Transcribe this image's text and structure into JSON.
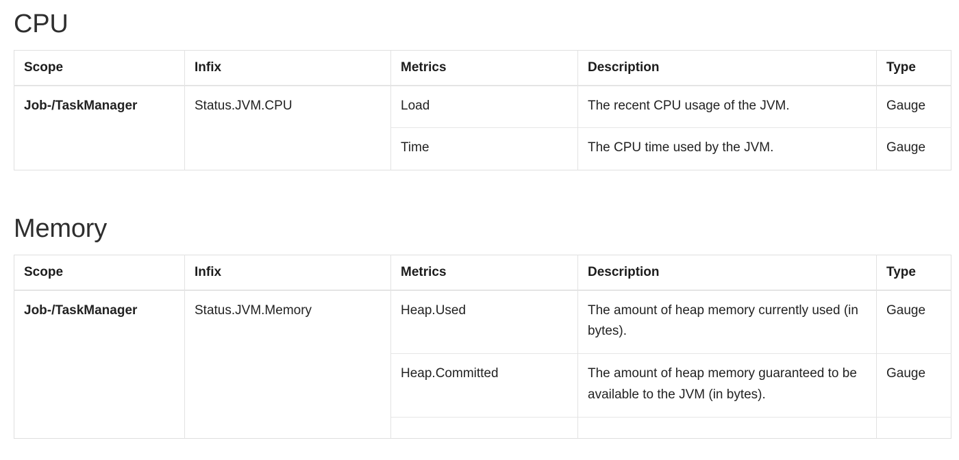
{
  "document": {
    "sections": [
      {
        "id": "cpu",
        "heading": "CPU",
        "table": {
          "columns": [
            "Scope",
            "Infix",
            "Metrics",
            "Description",
            "Type"
          ],
          "rows": [
            {
              "scope": "Job-/TaskManager",
              "infix": "Status.JVM.CPU",
              "metrics": "Load",
              "description": "The recent CPU usage of the JVM.",
              "type": "Gauge"
            },
            {
              "scope": "",
              "infix": "",
              "metrics": "Time",
              "description": "The CPU time used by the JVM.",
              "type": "Gauge"
            }
          ]
        }
      },
      {
        "id": "memory",
        "heading": "Memory",
        "table": {
          "columns": [
            "Scope",
            "Infix",
            "Metrics",
            "Description",
            "Type"
          ],
          "rows": [
            {
              "scope": "Job-/TaskManager",
              "infix": "Status.JVM.Memory",
              "metrics": "Heap.Used",
              "description": "The amount of heap memory currently used (in bytes).",
              "type": "Gauge"
            },
            {
              "scope": "",
              "infix": "",
              "metrics": "Heap.Committed",
              "description": "The amount of heap memory guaranteed to be available to the JVM (in bytes).",
              "type": "Gauge"
            },
            {
              "scope": "",
              "infix": "",
              "metrics": "",
              "description": "",
              "type": ""
            }
          ]
        }
      }
    ]
  },
  "colors": {
    "heading": "#2e2e2e",
    "body_text": "#222222",
    "table_border": "#dfdfdf",
    "cell_border": "#e2e2e2",
    "header_underline": "#e4e4e4",
    "background": "#ffffff"
  }
}
